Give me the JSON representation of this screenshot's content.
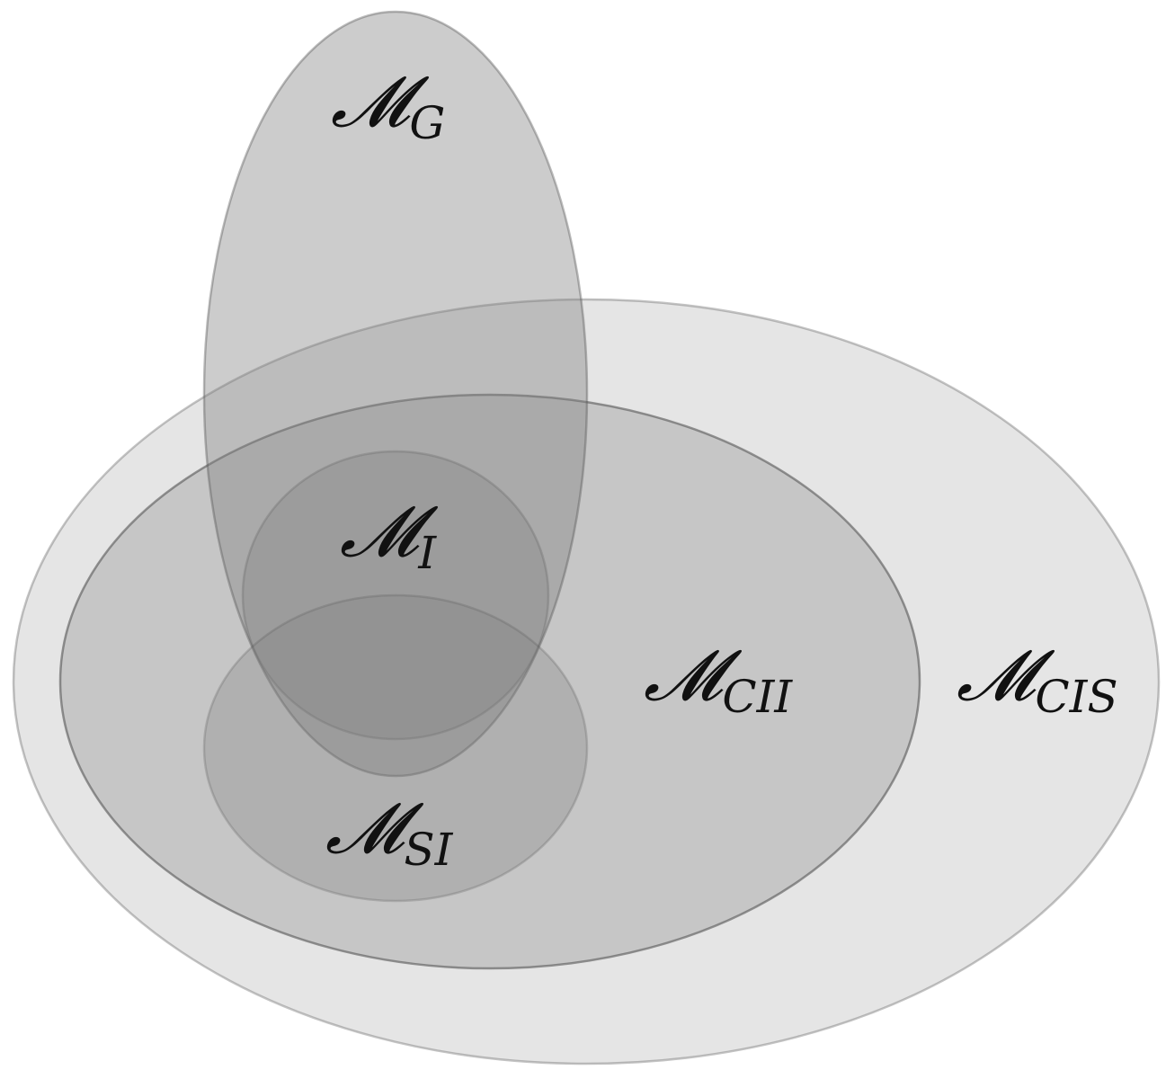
{
  "diagram": {
    "type": "euler-venn",
    "fill_color": "#7f7f7f",
    "stroke_color": "#555555",
    "sets": [
      {
        "id": "CIS",
        "symbol": "𝓜",
        "subscript": "CIS"
      },
      {
        "id": "CII",
        "symbol": "𝓜",
        "subscript": "CII"
      },
      {
        "id": "G",
        "symbol": "𝓜",
        "subscript": "G"
      },
      {
        "id": "I",
        "symbol": "𝓜",
        "subscript": "I"
      },
      {
        "id": "SI",
        "symbol": "𝓜",
        "subscript": "SI"
      }
    ]
  }
}
